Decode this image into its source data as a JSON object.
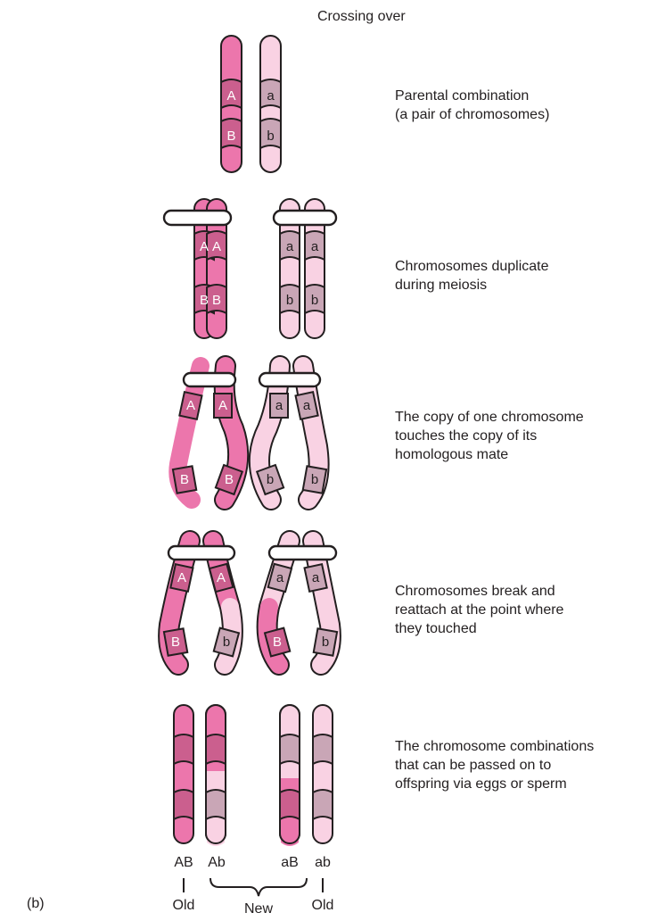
{
  "title": "Crossing over",
  "panel_label": "(b)",
  "stages": [
    {
      "lines": [
        "Parental combination",
        "(a pair of chromosomes)"
      ]
    },
    {
      "lines": [
        "Chromosomes duplicate",
        "during meiosis"
      ]
    },
    {
      "lines": [
        "The copy of one chromosome",
        "touches the copy of its",
        "homologous mate"
      ]
    },
    {
      "lines": [
        "Chromosomes break and",
        "reattach at the point where",
        "they touched"
      ]
    },
    {
      "lines": [
        "The chromosome combinations",
        "that can be passed on to",
        "offspring via eggs or sperm"
      ]
    }
  ],
  "genes": {
    "upper_dominant": "A",
    "upper_recessive": "a",
    "lower_dominant": "B",
    "lower_recessive": "b"
  },
  "combinations": [
    {
      "genotype": "AB",
      "status": "Old"
    },
    {
      "genotype": "Ab",
      "status": "New"
    },
    {
      "genotype": "aB",
      "status": "New"
    },
    {
      "genotype": "ab",
      "status": "Old"
    }
  ],
  "colors": {
    "dark_pink": "#ec76ac",
    "light_pink": "#f9d2e3",
    "band_dark": "#cb5f8e",
    "band_gray": "#c9a6b6",
    "stroke": "#231f20"
  }
}
